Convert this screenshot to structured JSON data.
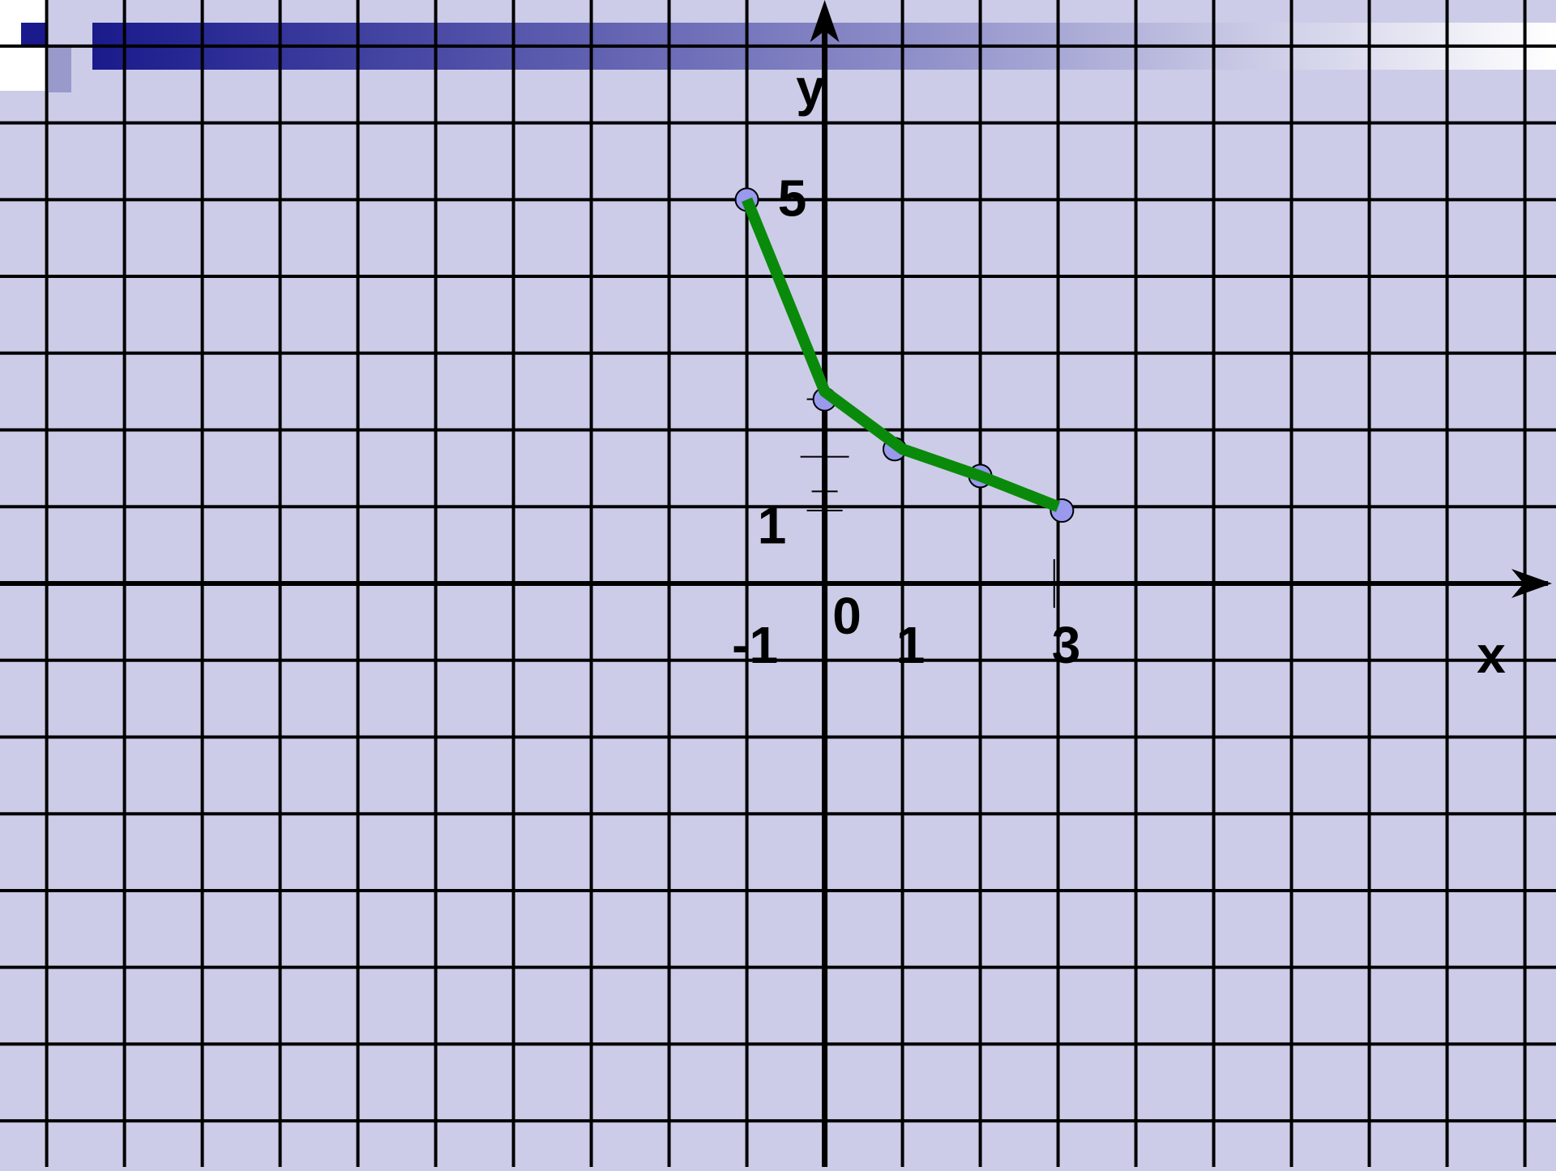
{
  "colors": {
    "background": "#cccce8",
    "grid": "#000000",
    "curve": "#0a8a0a",
    "marker_fill": "#9999ee",
    "banner": "#1a1a8c"
  },
  "chart_data": {
    "type": "line",
    "xlabel": "x",
    "ylabel": "y",
    "origin_label": "0",
    "x_tick_labels": [
      {
        "value": -1,
        "label": "-1"
      },
      {
        "value": 1,
        "label": "1"
      },
      {
        "value": 3,
        "label": "3"
      }
    ],
    "y_tick_labels": [
      {
        "value": 1,
        "label": "1"
      },
      {
        "value": 5,
        "label": "5"
      }
    ],
    "xlim": [
      -10.6,
      9.4
    ],
    "ylim": [
      -7.6,
      7.6
    ],
    "grid": true,
    "series": [
      {
        "x": [
          -1,
          0,
          1,
          2,
          3
        ],
        "y": [
          5,
          2.5,
          1.75,
          1.4,
          1
        ]
      }
    ],
    "markers": {
      "x": [
        -1,
        0,
        0.9,
        2,
        3.05
      ],
      "y": [
        5,
        2.4,
        1.75,
        1.4,
        0.95
      ]
    }
  }
}
